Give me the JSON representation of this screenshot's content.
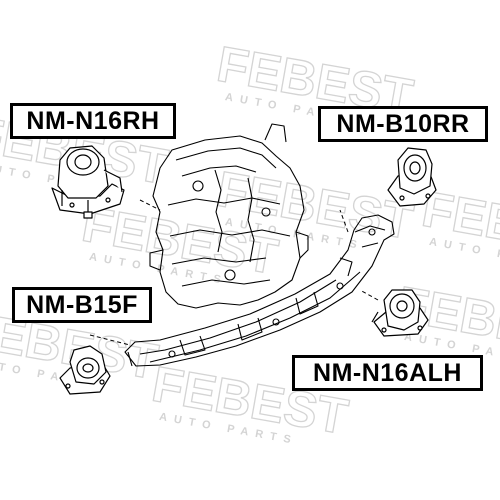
{
  "brand": {
    "watermark_text": "FEBEST",
    "watermark_subtext": "AUTO PARTS",
    "watermark_color": "#d4d4d4"
  },
  "parts": {
    "nm_n16rh": "NM-N16RH",
    "nm_b10rr": "NM-B10RR",
    "nm_b15f": "NM-B15F",
    "nm_n16alh": "NM-N16ALH"
  },
  "colors": {
    "line": "#000000",
    "label_border": "#000000",
    "background": "#ffffff"
  }
}
